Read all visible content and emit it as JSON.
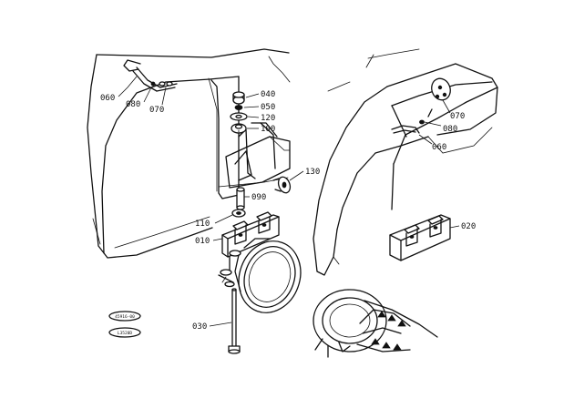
{
  "callouts": {
    "c060_left": "060",
    "c080_left": "080",
    "c070_left": "070",
    "c040": "040",
    "c050": "050",
    "c120": "120",
    "c100": "100",
    "c130": "130",
    "c090": "090",
    "c110": "110",
    "c010": "010",
    "c030": "030",
    "c070_right": "070",
    "c080_right": "080",
    "c060_right": "060",
    "c020": "020"
  },
  "stamp": {
    "top": "45916-00",
    "bottom": "L3520D"
  }
}
